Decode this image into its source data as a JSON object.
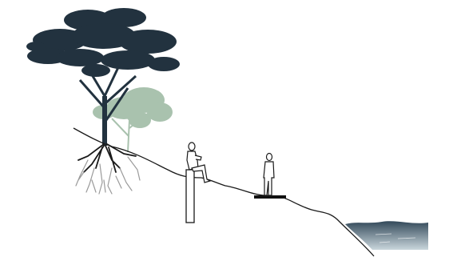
{
  "scene": {
    "colors": {
      "background": "#ffffff",
      "ground_line": "#1a1a1a",
      "tree_dark": "#22323f",
      "tree_light": "#a9c2ae",
      "roots_light": "#9a9a9a",
      "person_fill": "#ffffff",
      "person_stroke": "#1a1a1a",
      "platform": "#111111",
      "water_top": "#33495a",
      "water_bottom": "#c9d6dc"
    },
    "elements": [
      "tree-dark-icon",
      "tree-light-icon",
      "roots",
      "ground-profile",
      "seated-person-icon",
      "standing-person-icon",
      "post",
      "platform",
      "water-pool"
    ]
  }
}
